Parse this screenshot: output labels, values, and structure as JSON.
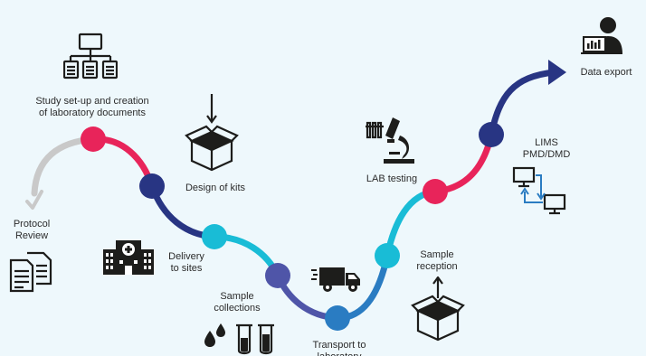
{
  "colors": {
    "background": "#eef8fc",
    "gray": "#c9c9c9",
    "pink": "#e8245a",
    "navy": "#283583",
    "cyan": "#19bcd6",
    "purple": "#4f55a8",
    "blue": "#2a7cc2",
    "icon": "#1d1d1b"
  },
  "labels": {
    "study_setup": "Study set-up and creation\nof laboratory documents",
    "protocol_review": "Protocol\nReview",
    "design_of_kits": "Design of kits",
    "delivery_to_sites": "Delivery\nto sites",
    "sample_collections": "Sample\ncollections",
    "transport_to_laboratory": "Transport to\nlaboratory",
    "sample_reception": "Sample\nreception",
    "lab_testing": "LAB testing",
    "lims": "LIMS\nPMD/DMD",
    "data_export": "Data export"
  },
  "icons": {
    "study_setup": "org-chart-computer-icon",
    "protocol_review": "documents-icon",
    "design_of_kits": "box-down-arrow-icon",
    "delivery_to_sites": "hospital-icon",
    "sample_collections": "drops-tubes-icon",
    "transport_to_laboratory": "delivery-truck-icon",
    "sample_reception": "box-up-arrow-icon",
    "lab_testing": "microscope-icon",
    "lims": "computer-exchange-icon",
    "data_export": "user-computer-icon"
  }
}
